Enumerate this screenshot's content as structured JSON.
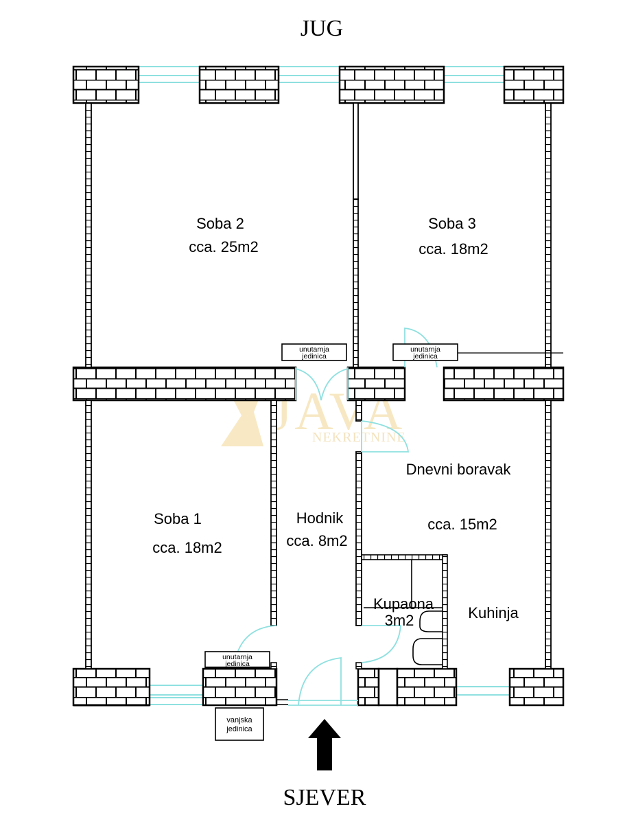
{
  "compass": {
    "top_label": "JUG",
    "bottom_label": "SJEVER",
    "arrow": "north-arrow-icon"
  },
  "watermark": {
    "brand": "JAVA",
    "subtitle": "NEKRETNINE",
    "color": "#f5e1b0"
  },
  "rooms": [
    {
      "id": "soba-2",
      "name": "Soba 2",
      "area": "cca. 25m2"
    },
    {
      "id": "soba-3",
      "name": "Soba 3",
      "area": "cca. 18m2"
    },
    {
      "id": "soba-1",
      "name": "Soba 1",
      "area": "cca. 18m2"
    },
    {
      "id": "hodnik",
      "name": "Hodnik",
      "area": "cca. 8m2"
    },
    {
      "id": "dnevni-boravak",
      "name": "Dnevni boravak",
      "area": "cca. 15m2"
    },
    {
      "id": "kupaona",
      "name": "Kupaona",
      "area": "3m2"
    },
    {
      "id": "kuhinja",
      "name": "Kuhinja",
      "area": ""
    }
  ],
  "units": [
    {
      "id": "unutarnja-1",
      "line1": "unutarnja",
      "line2": "jedinica"
    },
    {
      "id": "unutarnja-2",
      "line1": "unutarnja",
      "line2": "jedinica"
    },
    {
      "id": "unutarnja-3",
      "line1": "unutarnja",
      "line2": "jedinica"
    },
    {
      "id": "vanjska",
      "line1": "vanjska",
      "line2": "jedinica"
    }
  ],
  "colors": {
    "wall": "#000000",
    "window": "#7fdcdc",
    "door": "#8fe0e0",
    "watermark": "#f5e1b0"
  }
}
